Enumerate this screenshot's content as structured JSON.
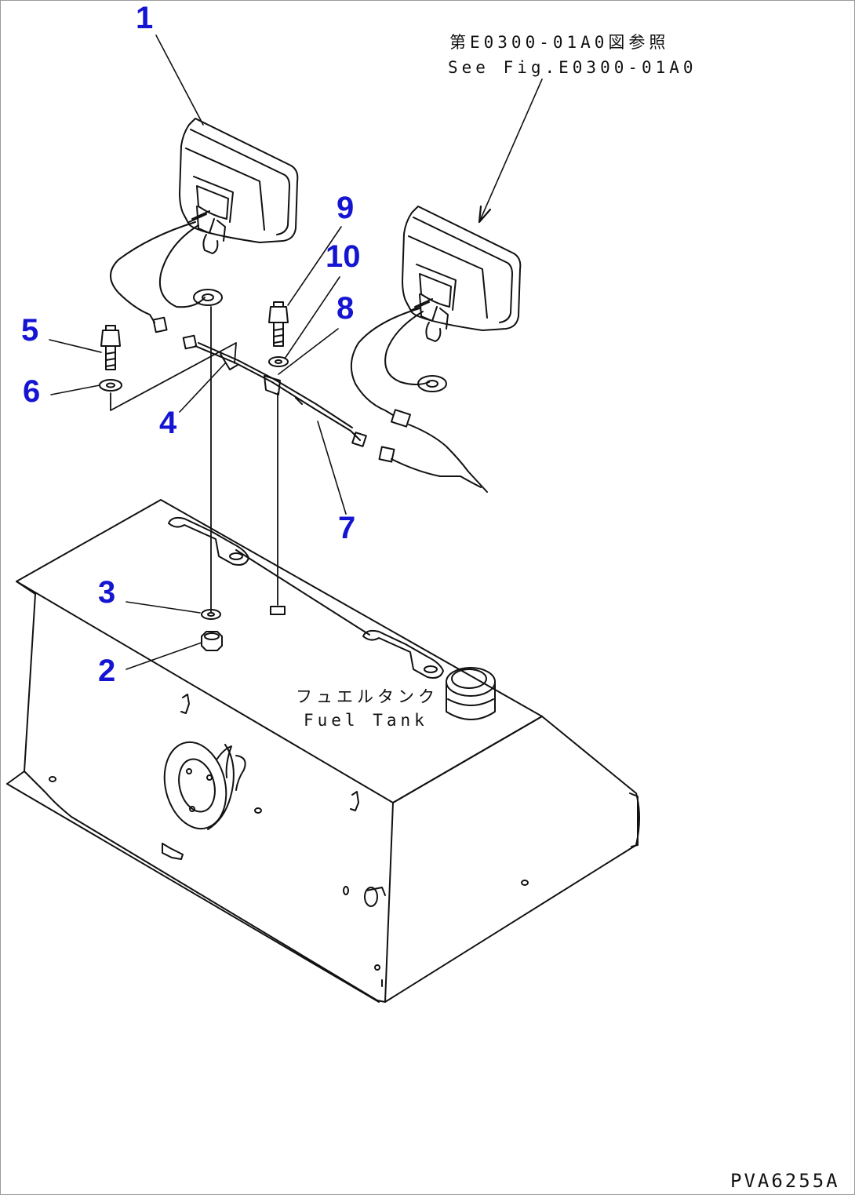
{
  "callouts": {
    "c1": "1",
    "c2": "2",
    "c3": "3",
    "c4": "4",
    "c5": "5",
    "c6": "6",
    "c7": "7",
    "c8": "8",
    "c9": "9",
    "c10": "10"
  },
  "reference_note": {
    "line_jp": "第E0300-01A0図参照",
    "line_en": "See Fig.E0300-01A0"
  },
  "tank_label": {
    "line_jp": "フュエルタンク",
    "line_en": "Fuel Tank"
  },
  "drawing_code": "PVA6255A",
  "colors": {
    "callout": "#1414d2",
    "line": "#111111",
    "background": "#ffffff"
  }
}
